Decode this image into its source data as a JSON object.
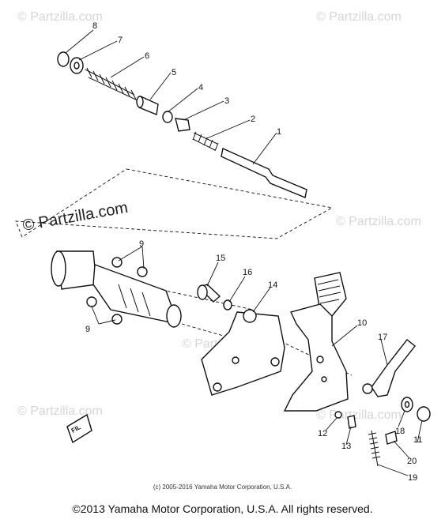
{
  "watermarks": [
    "© Partzilla.com",
    "© Partzilla.com",
    "© Partzilla.com",
    "© Partzilla.com",
    "© Partzilla.com",
    "© Partzilla.com",
    "© Partzilla.com"
  ],
  "callouts": [
    "8",
    "7",
    "6",
    "5",
    "4",
    "3",
    "2",
    "1",
    "9",
    "9",
    "15",
    "16",
    "14",
    "10",
    "17",
    "18",
    "11",
    "12",
    "13",
    "20",
    "19"
  ],
  "box_label": "FIL",
  "copyright_small": "(c) 2005-2016 Yamaha Motor Corporation, U.S.A.",
  "copyright_main": "©2013 Yamaha Motor Corporation, U.S.A. All rights reserved."
}
